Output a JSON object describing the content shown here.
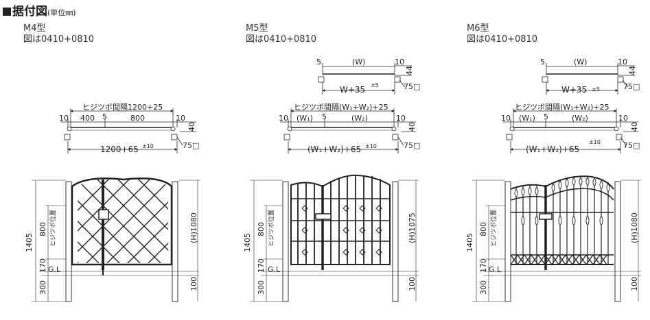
{
  "header": {
    "title": "据付図",
    "unit": "(単位㎜)"
  },
  "models": [
    {
      "name": "M4型",
      "note": "図は0410+0810",
      "plan": {
        "label": "ヒジツボ間隔1200+25",
        "segments": [
          "10",
          "400",
          "5",
          "800",
          "10"
        ],
        "right_dim": "40",
        "total": "1200+65",
        "tolerance": "±10",
        "post": "75□"
      },
      "elevation": {
        "overall": "1405",
        "pivot_label": "ヒジツボ位置",
        "dims": [
          "800",
          "170",
          "300"
        ],
        "gl": "G.L",
        "height": "(H)1080",
        "depth": "100"
      }
    },
    {
      "name": "M5型",
      "note": "図は0410+0810",
      "top": {
        "left": "5",
        "width": "(W)",
        "right": "10",
        "right_dim": "44",
        "total": "W+35",
        "tolerance": "±5",
        "post": "75□"
      },
      "plan": {
        "label": "ヒジツボ間隔(W₁+W₂)+25",
        "segments": [
          "10",
          "(W₁)",
          "5",
          "(W₂)",
          "10"
        ],
        "right_dim": "40",
        "total": "(W₁+W₂)+65",
        "tolerance": "±10",
        "post": "75□"
      },
      "elevation": {
        "overall": "1405",
        "pivot_label": "ヒジツボ位置",
        "dims": [
          "800",
          "170",
          "300"
        ],
        "gl": "G.L",
        "height": "(H)1075",
        "depth": "100"
      }
    },
    {
      "name": "M6型",
      "note": "図は0410+0810",
      "top": {
        "left": "5",
        "width": "(W)",
        "right": "10",
        "right_dim": "44",
        "total": "W+35",
        "tolerance": "±5",
        "post": "75□"
      },
      "plan": {
        "label": "ヒジツボ間隔(W₁+W₂)+25",
        "segments": [
          "10",
          "(W₁)",
          "5",
          "(W₂)",
          "10"
        ],
        "right_dim": "40",
        "total": "(W₁+W₂)+65",
        "tolerance": "±10",
        "post": "75□"
      },
      "elevation": {
        "overall": "1405",
        "pivot_label": "ヒジツボ位置",
        "dims": [
          "800",
          "170",
          "300"
        ],
        "gl": "G.L",
        "height": "(H)1080",
        "depth": "100"
      }
    }
  ]
}
